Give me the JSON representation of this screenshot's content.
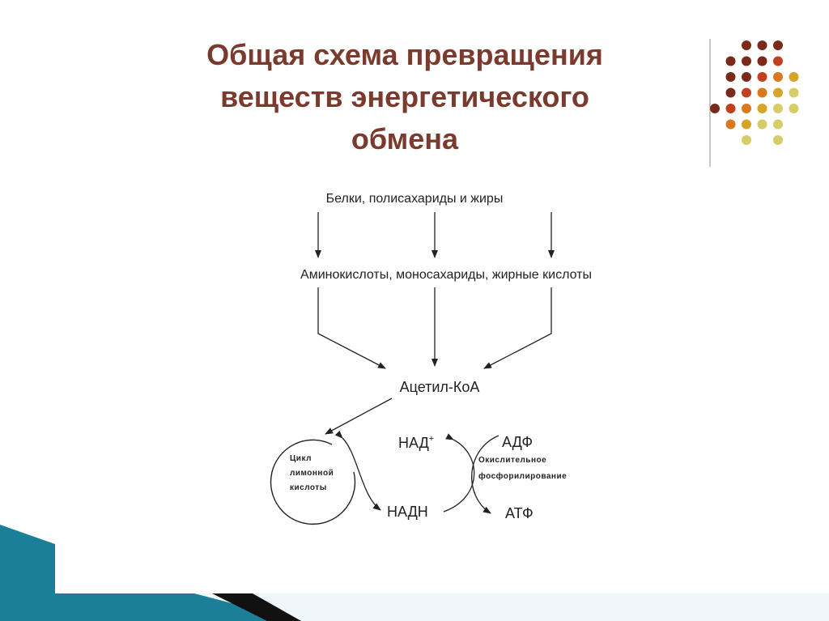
{
  "slide": {
    "title_lines": [
      "Общая схема превращения",
      "веществ энергетического",
      "обмена"
    ],
    "colors": {
      "title": "#7a3b2e",
      "accent_dark": "#7a2a1a",
      "accent_red": "#c0401f",
      "accent_orange": "#d9781f",
      "accent_gold": "#d4a52a",
      "accent_yellow": "#d6cc6a",
      "corner_teal": "#1c7f99"
    }
  },
  "diagram": {
    "sources": "Белки, полисахариды и жиры",
    "monomers": "Аминокислоты, моносахариды, жирные кислоты",
    "acetyl_coa": "Ацетил-КоА",
    "cycle_line1": "Цикл",
    "cycle_line2": "лимонной",
    "cycle_line3": "кислоты",
    "nad_plus": "НАД",
    "nad_plus_sup": "+",
    "nadh": "НАДН",
    "adp": "АДФ",
    "atp": "АТФ",
    "oxphos_line1": "Окислительное",
    "oxphos_line2": "фосфорилирование"
  }
}
